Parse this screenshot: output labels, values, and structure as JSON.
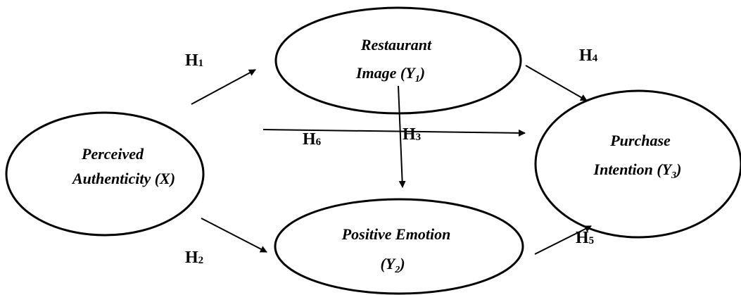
{
  "nodes": {
    "perceived_authenticity": {
      "line1": "Perceived",
      "line2": "Authenticity (X)"
    },
    "restaurant_image": {
      "line1": "Restaurant",
      "line2_prefix": "Image (Y",
      "line2_sub": "1",
      "line2_suffix": ")"
    },
    "positive_emotion": {
      "line1": "Positive Emotion",
      "line2_prefix": "(Y",
      "line2_sub": "2",
      "line2_suffix": ")"
    },
    "purchase_intention": {
      "line1": "Purchase",
      "line2_prefix": "Intention (Y",
      "line2_sub": "3",
      "line2_suffix": ")"
    }
  },
  "hypotheses": {
    "h1": {
      "letter": "H",
      "sub": "1"
    },
    "h2": {
      "letter": "H",
      "sub": "2"
    },
    "h3": {
      "letter": "H",
      "sub": "3"
    },
    "h4": {
      "letter": "H",
      "sub": "4"
    },
    "h5": {
      "letter": "H",
      "sub": "5"
    },
    "h6": {
      "letter": "H",
      "sub": "6"
    }
  }
}
